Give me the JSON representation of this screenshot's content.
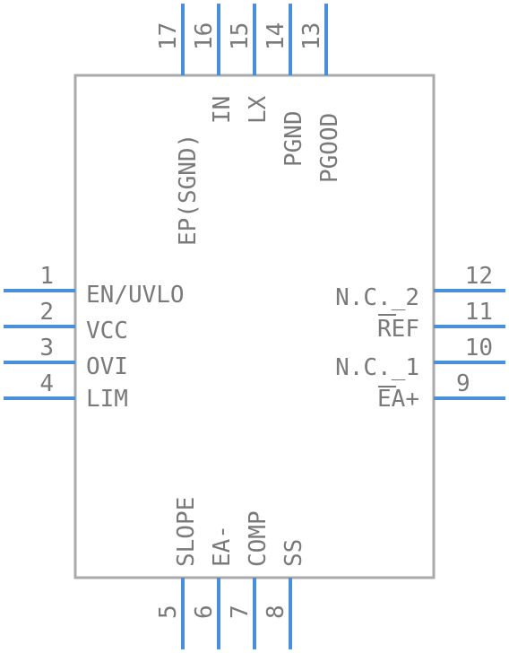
{
  "diagram": {
    "body_color": "#aaaaaa",
    "pin_color": "#4a90d9",
    "text_color": "#7a7a7a",
    "left_pins": [
      {
        "number": "1",
        "name": "EN/UVLO"
      },
      {
        "number": "2",
        "name": "VCC"
      },
      {
        "number": "3",
        "name": "OVI"
      },
      {
        "number": "4",
        "name": "LIM"
      }
    ],
    "bottom_pins": [
      {
        "number": "5",
        "name": "SLOPE"
      },
      {
        "number": "6",
        "name": "EA-"
      },
      {
        "number": "7",
        "name": "COMP"
      },
      {
        "number": "8",
        "name": "SS"
      }
    ],
    "right_pins": [
      {
        "number": "9",
        "name": "EA+"
      },
      {
        "number": "10",
        "name": "N.C._1"
      },
      {
        "number": "11",
        "name": "REF"
      },
      {
        "number": "12",
        "name": "N.C._2"
      }
    ],
    "top_pins": [
      {
        "number": "13",
        "name": "PGOOD"
      },
      {
        "number": "14",
        "name": "PGND"
      },
      {
        "number": "15",
        "name": "LX"
      },
      {
        "number": "16",
        "name": "IN"
      },
      {
        "number": "17",
        "name": "EP(SGND)"
      }
    ]
  }
}
